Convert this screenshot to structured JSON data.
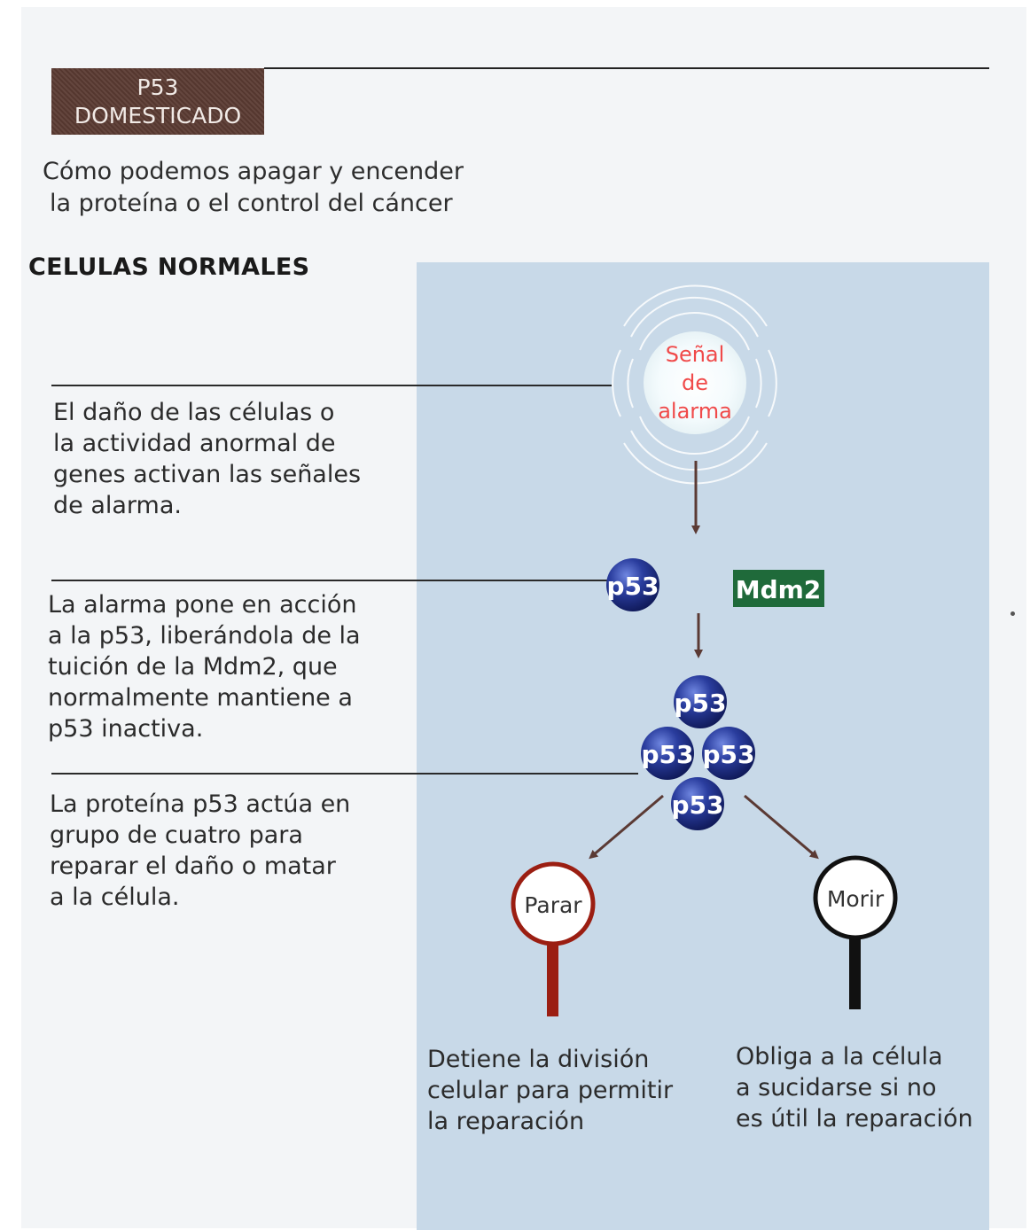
{
  "header": {
    "badge_line1": "P53",
    "badge_line2": "DOMESTICADO",
    "subtitle_line1": "Cómo podemos apagar y encender",
    "subtitle_line2": "la proteína o el control del cáncer"
  },
  "section": {
    "heading": "CELULAS NORMALES"
  },
  "annotations": [
    {
      "lines": [
        "El daño de las células o",
        "la actividad anormal de",
        "genes activan las señales",
        "de alarma."
      ]
    },
    {
      "lines": [
        "La alarma pone en acción",
        "a la p53, liberándola de la",
        "tuición de la Mdm2, que",
        "normalmente mantiene a",
        "p53 inactiva."
      ]
    },
    {
      "lines": [
        "La proteína p53 actúa en",
        "grupo de cuatro para",
        "reparar el daño o matar",
        "a la célula."
      ]
    }
  ],
  "diagram": {
    "alarm_signal": [
      "Señal",
      "de",
      "alarma"
    ],
    "p53_label": "p53",
    "mdm2_label": "Mdm2",
    "outcome_stop": "Parar",
    "outcome_die": "Morir",
    "stop_note": [
      "Detiene la división",
      "celular para permitir",
      "la reparación"
    ],
    "die_note": [
      "Obliga a la célula",
      "a sucidarse si no",
      "es útil la reparación"
    ]
  },
  "colors": {
    "badge": "#5a3a32",
    "panel": "#c8d9e8",
    "alarm_text": "#f04a4a",
    "p53_ball": "#1f2f86",
    "mdm2_box": "#1f6a3a",
    "arrow": "#5b3a34",
    "stop_ring": "#9b1e12",
    "die_ring": "#111111"
  }
}
